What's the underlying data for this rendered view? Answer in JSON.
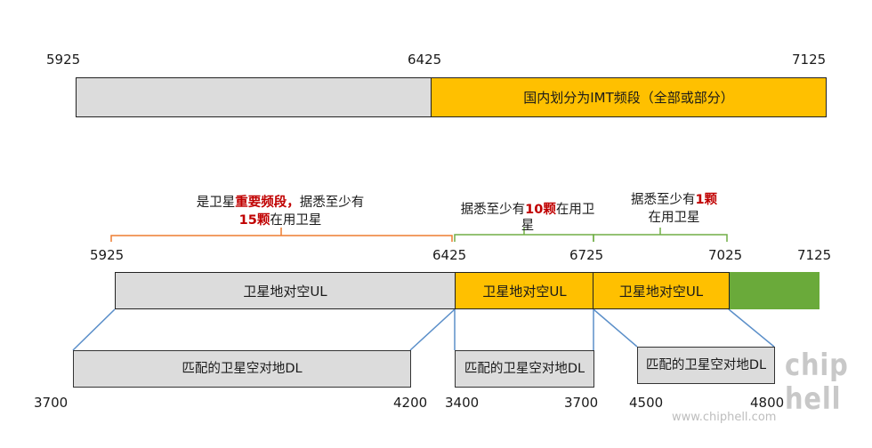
{
  "top": {
    "labels": [
      "5925",
      "6425",
      "7125"
    ],
    "orange_text": "国内划分为IMT频段（全部或部分）"
  },
  "braces": {
    "left_note": {
      "p1": "是卫星",
      "p2": "重要频段，",
      "p3": "据悉至少有",
      "p4": "15颗",
      "p5": "在用卫星"
    },
    "mid_note": {
      "p1": "据悉至少有",
      "p2": "10颗",
      "p3": "在用卫",
      "p4": "星"
    },
    "right_note": {
      "p1": "据悉至少有",
      "p2": "1颗",
      "p3": "在用卫星"
    }
  },
  "ul": {
    "labels": [
      "5925",
      "6425",
      "6725",
      "7025",
      "7125"
    ],
    "seg1": "卫星地对空UL",
    "seg2": "卫星地对空UL",
    "seg3": "卫星地对空UL"
  },
  "dl": {
    "box1": "匹配的卫星空对地DL",
    "box2": "匹配的卫星空对地DL",
    "box3": "匹配的卫星空对地DL",
    "labels": [
      "3700",
      "4200",
      "3400",
      "3700",
      "4500",
      "4800"
    ]
  },
  "watermark": {
    "logo": "chip hell",
    "url": "www.chiphell.com"
  },
  "colors": {
    "gray": "#dcdcdc",
    "orange": "#ffc000",
    "green": "#6aaa3a",
    "brace_orange": "#ed7d31",
    "brace_green": "#70ad47",
    "connector_blue": "#5b8fc9",
    "highlight_red": "#c00000"
  }
}
